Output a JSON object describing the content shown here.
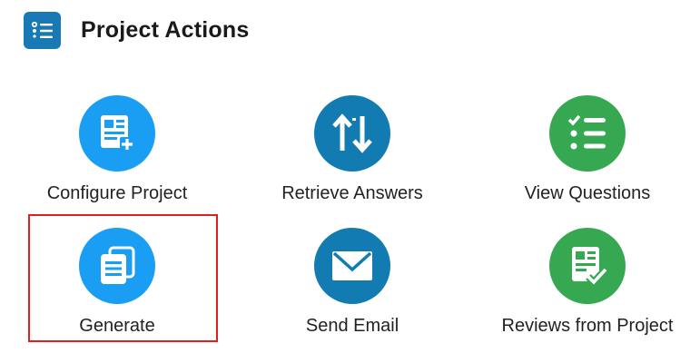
{
  "header": {
    "title": "Project Actions",
    "icon": "list-settings-icon",
    "icon_color": "#1879b4"
  },
  "actions": [
    {
      "label": "Configure Project",
      "icon": "document-add-icon",
      "color": "#1a9ef4"
    },
    {
      "label": "Retrieve Answers",
      "icon": "sort-arrows-icon",
      "color": "#117bb2"
    },
    {
      "label": "View Questions",
      "icon": "checklist-icon",
      "color": "#36a851"
    },
    {
      "label": "Generate",
      "icon": "copy-documents-icon",
      "color": "#1a9ef4",
      "highlighted": true
    },
    {
      "label": "Send Email",
      "icon": "envelope-icon",
      "color": "#117bb2"
    },
    {
      "label": "Reviews from Project",
      "icon": "document-check-icon",
      "color": "#36a851"
    }
  ],
  "highlight_color": "#e02020"
}
